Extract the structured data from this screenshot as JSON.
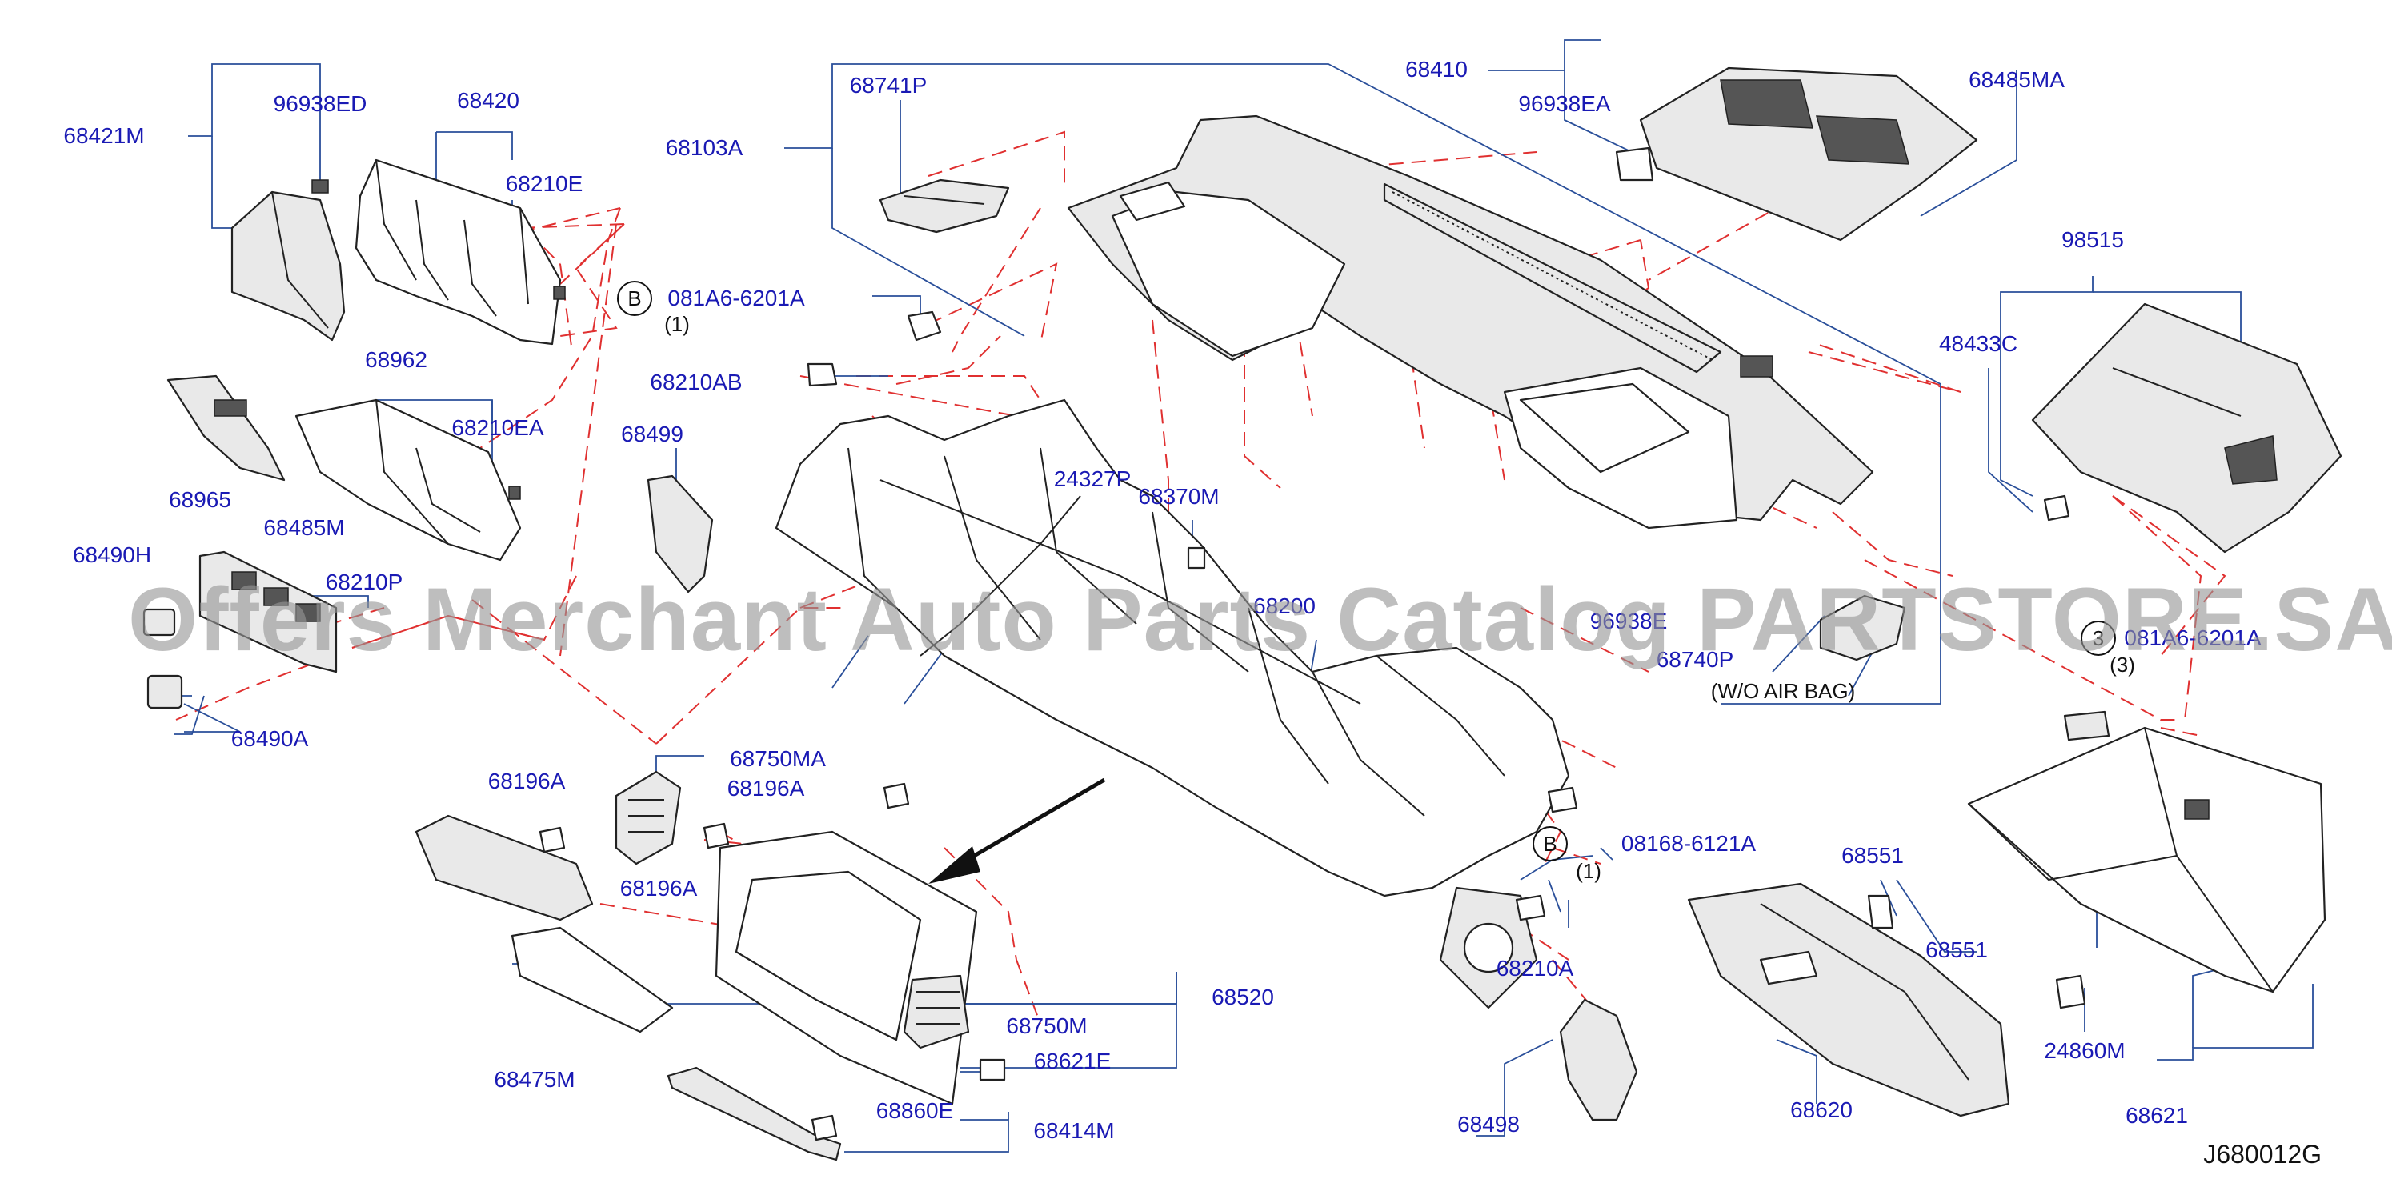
{
  "diagram": {
    "code": "J680012G",
    "watermark": "Offers Merchant Auto Parts Catalog PARTSTORE.SA",
    "parts": [
      {
        "id": "p68421M",
        "text": "68421M"
      },
      {
        "id": "p96938ED",
        "text": "96938ED"
      },
      {
        "id": "p68420",
        "text": "68420"
      },
      {
        "id": "p68210E",
        "text": "68210E"
      },
      {
        "id": "p68103A",
        "text": "68103A"
      },
      {
        "id": "p68741P",
        "text": "68741P"
      },
      {
        "id": "p68410",
        "text": "68410"
      },
      {
        "id": "p96938EA",
        "text": "96938EA"
      },
      {
        "id": "p68485MA",
        "text": "68485MA"
      },
      {
        "id": "p081A6_1",
        "text": "081A6-6201A"
      },
      {
        "id": "p68210AB",
        "text": "68210AB"
      },
      {
        "id": "p68962",
        "text": "68962"
      },
      {
        "id": "p68210EA",
        "text": "68210EA"
      },
      {
        "id": "p68499",
        "text": "68499"
      },
      {
        "id": "p68965",
        "text": "68965"
      },
      {
        "id": "p24327P",
        "text": "24327P"
      },
      {
        "id": "p68370M",
        "text": "68370M"
      },
      {
        "id": "p98515",
        "text": "98515"
      },
      {
        "id": "p48433C",
        "text": "48433C"
      },
      {
        "id": "p68485M",
        "text": "68485M"
      },
      {
        "id": "p68490H",
        "text": "68490H"
      },
      {
        "id": "p68210P",
        "text": "68210P"
      },
      {
        "id": "p68200",
        "text": "68200"
      },
      {
        "id": "p96938E",
        "text": "96938E"
      },
      {
        "id": "p081A6_3",
        "text": "081A6-6201A"
      },
      {
        "id": "p68740P",
        "text": "68740P"
      },
      {
        "id": "p68490A",
        "text": "68490A"
      },
      {
        "id": "p68196A_1",
        "text": "68196A"
      },
      {
        "id": "p68750MA",
        "text": "68750MA"
      },
      {
        "id": "p68196A_2",
        "text": "68196A"
      },
      {
        "id": "p08168",
        "text": "08168-6121A"
      },
      {
        "id": "p68196A_3",
        "text": "68196A"
      },
      {
        "id": "p68551_1",
        "text": "68551"
      },
      {
        "id": "p68210A",
        "text": "68210A"
      },
      {
        "id": "p68551_2",
        "text": "68551"
      },
      {
        "id": "p68520",
        "text": "68520"
      },
      {
        "id": "p68750M",
        "text": "68750M"
      },
      {
        "id": "p68621E",
        "text": "68621E"
      },
      {
        "id": "p68475M",
        "text": "68475M"
      },
      {
        "id": "p24860M",
        "text": "24860M"
      },
      {
        "id": "p68860E",
        "text": "68860E"
      },
      {
        "id": "p68414M",
        "text": "68414M"
      },
      {
        "id": "p68498",
        "text": "68498"
      },
      {
        "id": "p68620",
        "text": "68620"
      },
      {
        "id": "p68621",
        "text": "68621"
      }
    ],
    "notes": [
      {
        "id": "n1",
        "text": "(1)"
      },
      {
        "id": "n2",
        "text": "(1)"
      },
      {
        "id": "n3",
        "text": "(3)"
      },
      {
        "id": "n4",
        "text": "(W/O   AIR   BAG)"
      }
    ],
    "symbols": [
      {
        "id": "s1",
        "text": "B"
      },
      {
        "id": "s2",
        "text": "B"
      },
      {
        "id": "s3",
        "text": "3"
      }
    ]
  }
}
